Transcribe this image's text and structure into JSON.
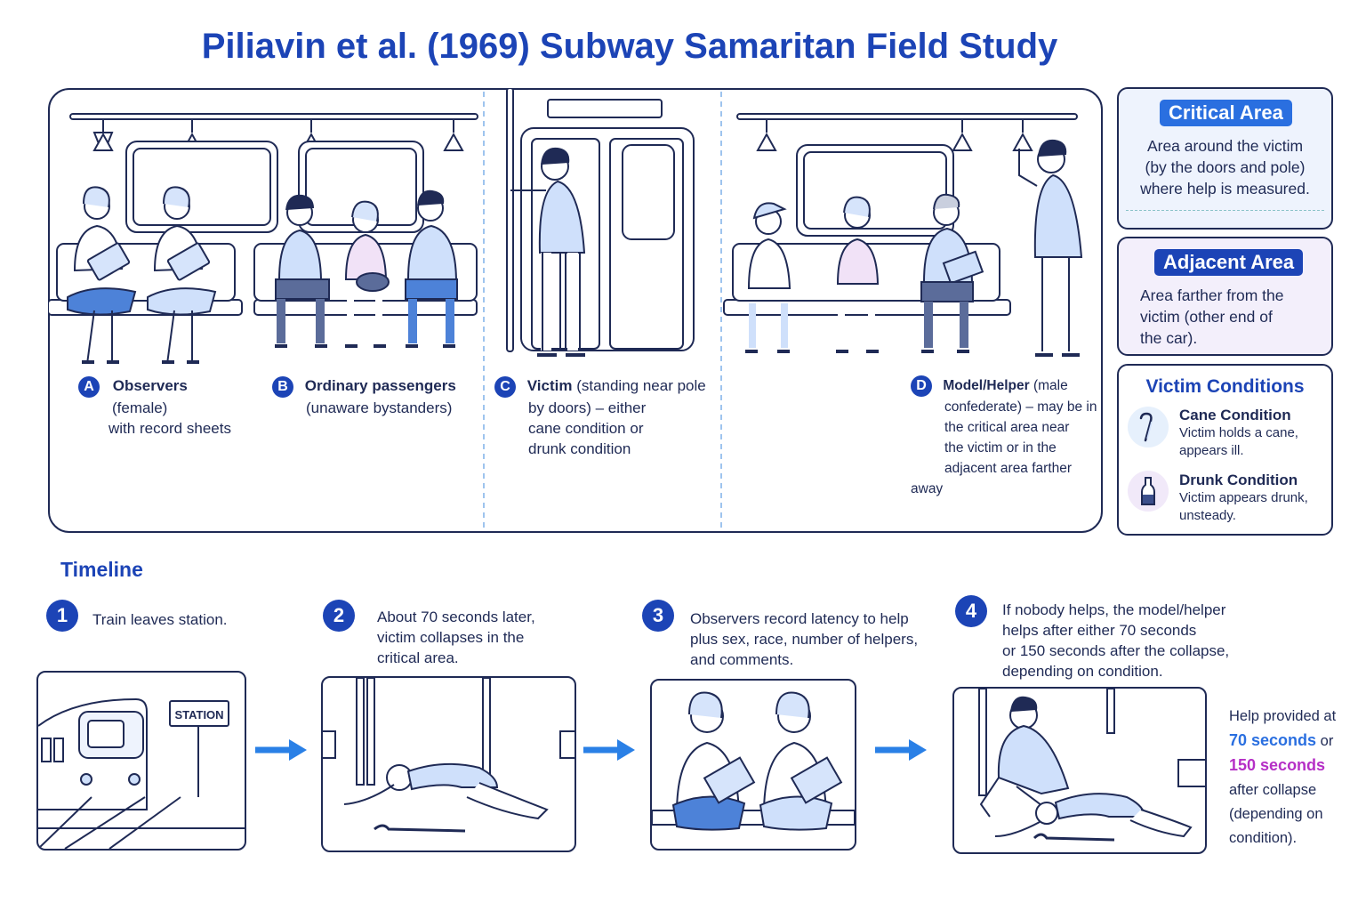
{
  "title": "Piliavin et al. (1969) Subway Samaritan Field Study",
  "labels": {
    "a": {
      "letter": "A",
      "name": "Observers",
      "line1": "(female)",
      "line2": "with record sheets"
    },
    "b": {
      "letter": "B",
      "name": "Ordinary passengers",
      "line1": "(unaware bystanders)"
    },
    "c": {
      "letter": "C",
      "name": "Victim",
      "line1_rest": "(standing near pole",
      "line2": "by doors) – either",
      "line3": "cane condition or",
      "line4": "drunk condition"
    },
    "d": {
      "letter": "D",
      "name": "Model/Helper",
      "line1_rest": "(male",
      "line2": "confederate) – may be in",
      "line3": "the critical area near",
      "line4": "the victim or in the",
      "line5": "adjacent area farther away"
    }
  },
  "critical_area": {
    "title": "Critical Area",
    "line1": "Area around the victim",
    "line2": "(by the doors and pole)",
    "line3": "where help is measured."
  },
  "adjacent_area": {
    "title": "Adjacent Area",
    "line1": "Area farther from the",
    "line2": "victim (other end of",
    "line3": "the car)."
  },
  "victim_conditions": {
    "title": "Victim Conditions",
    "cane": {
      "title": "Cane Condition",
      "line1": "Victim holds a cane,",
      "line2": "appears ill.",
      "icon": "cane-icon"
    },
    "drunk": {
      "title": "Drunk Condition",
      "line1": "Victim appears drunk,",
      "line2": "unsteady.",
      "icon": "bottle-icon"
    }
  },
  "timeline": {
    "heading": "Timeline",
    "steps": [
      {
        "num": "1",
        "lines": [
          "Train leaves station."
        ]
      },
      {
        "num": "2",
        "lines": [
          "About 70 seconds later,",
          "victim collapses in the",
          "critical area."
        ]
      },
      {
        "num": "3",
        "lines": [
          "Observers record latency to help",
          "plus sex, race, number of helpers,",
          "and comments."
        ]
      },
      {
        "num": "4",
        "lines": [
          "If nobody helps, the model/helper",
          "helps after either 70 seconds",
          "or 150 seconds after the collapse,",
          "depending on condition."
        ]
      }
    ],
    "station_sign": "STATION",
    "help_note": {
      "line1": "Help provided at",
      "t70": "70 seconds",
      "or": " or",
      "t150": "150 seconds",
      "line3": "after collapse",
      "line4": "(depending on",
      "line5": "condition)."
    }
  },
  "colors": {
    "accent": "#1c44b6",
    "critical_bg": "#eef3fd",
    "adjacent_bg": "#f3effb",
    "adjacent_accent": "#1c44b6",
    "t70": "#2a6fe0",
    "t150": "#b52fc6",
    "figure_fill": "#cfe0fb",
    "line": "#1f2a55"
  }
}
